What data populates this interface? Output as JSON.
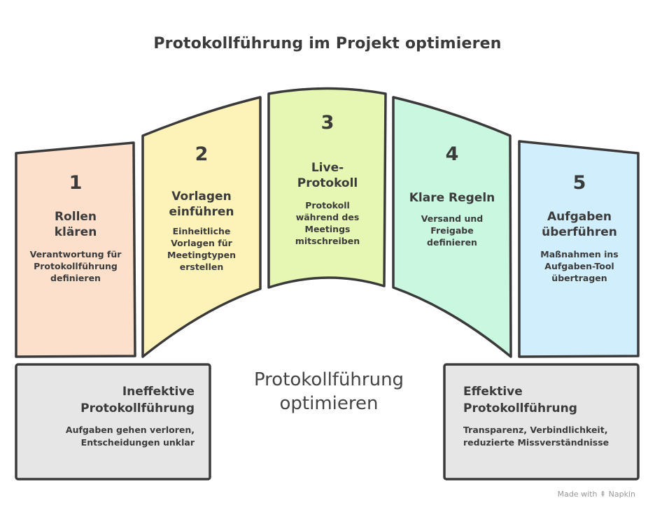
{
  "title": "Protokollführung im Projekt optimieren",
  "steps": [
    {
      "number": "1",
      "heading": "Rollen klären",
      "description": "Verantwortung für Protokollführung definieren",
      "color": "#fde0cc"
    },
    {
      "number": "2",
      "heading": "Vorlagen einführen",
      "description": "Einheitliche Vorlagen für Meetingtypen erstellen",
      "color": "#fdf3b8"
    },
    {
      "number": "3",
      "heading": "Live-Protokoll",
      "description": "Protokoll während des Meetings mitschreiben",
      "color": "#e6f7b3"
    },
    {
      "number": "4",
      "heading": "Klare Regeln",
      "description": "Versand und Freigabe definieren",
      "color": "#c9f7e0"
    },
    {
      "number": "5",
      "heading": "Aufgaben überführen",
      "description": "Maßnahmen ins Aufgaben-Tool übertragen",
      "color": "#d1eefc"
    }
  ],
  "center_label": "Protokollführung optimieren",
  "outcomes": {
    "ineffective": {
      "heading": "Ineffektive Protokollführung",
      "description": "Aufgaben gehen verloren, Entscheidungen unklar",
      "color": "#e6e6e6"
    },
    "effective": {
      "heading": "Effektive Protokollführung",
      "description": "Transparenz, Verbindlichkeit, reduzierte Missverständnisse",
      "color": "#e6e6e6"
    }
  },
  "footer": "Made with ⇞ Napkin"
}
